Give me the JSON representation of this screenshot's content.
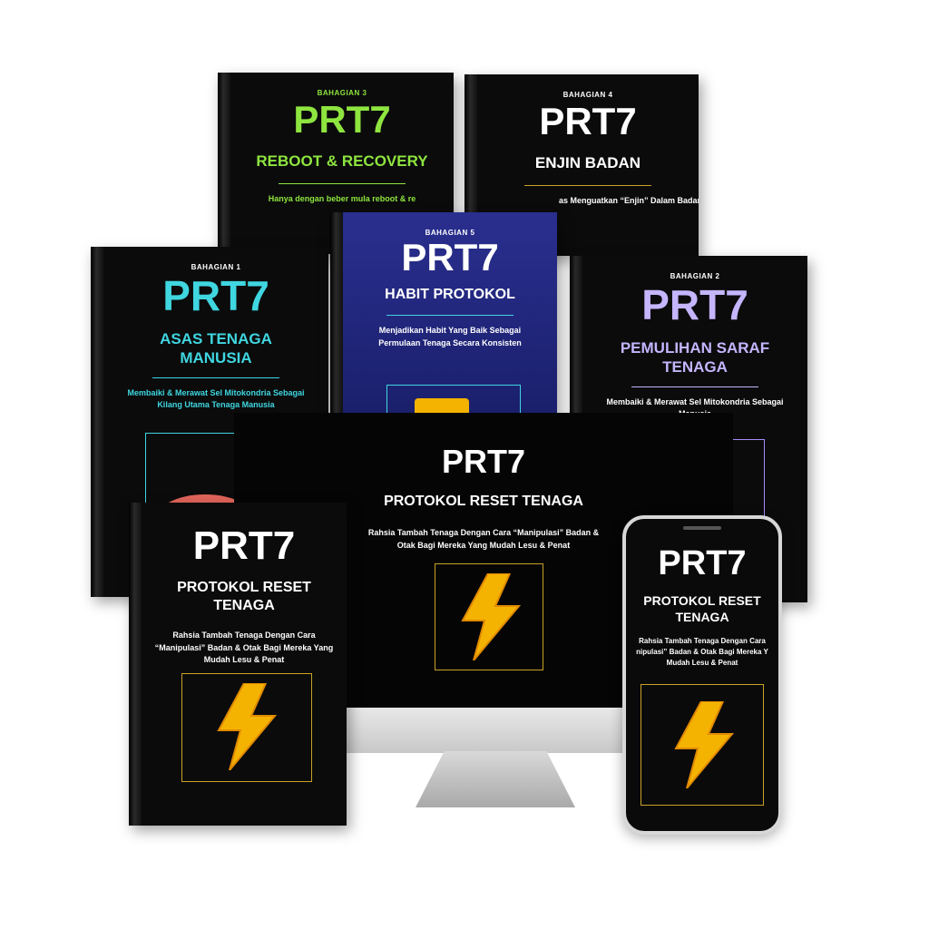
{
  "books": {
    "b3": {
      "part": "BAHAGIAN 3",
      "brand": "PRT7",
      "title": "REBOOT & RECOVERY",
      "desc": "Hanya dengan beber mula reboot & re"
    },
    "b4": {
      "part": "BAHAGIAN 4",
      "brand": "PRT7",
      "title": "ENJIN BADAN",
      "desc": "as Menguatkan “Enjin” Dalam Badan"
    },
    "b5": {
      "part": "BAHAGIAN 5",
      "brand": "PRT7",
      "title": "HABIT PROTOKOL",
      "desc": "Menjadikan Habit Yang Baik Sebagai Permulaan Tenaga Secara Konsisten"
    },
    "b1": {
      "part": "BAHAGIAN 1",
      "brand": "PRT7",
      "title": "ASAS TENAGA MANUSIA",
      "desc": "Membaiki & Merawat Sel Mitokondria Sebagai Kilang Utama Tenaga Manusia"
    },
    "b2": {
      "part": "BAHAGIAN 2",
      "brand": "PRT7",
      "title": "PEMULIHAN SARAF TENAGA",
      "desc": "Membaiki & Merawat Sel Mitokondria Sebagai Manusia"
    }
  },
  "monitor": {
    "brand": "PRT7",
    "title": "PROTOKOL RESET TENAGA",
    "desc": "Rahsia Tambah Tenaga Dengan Cara “Manipulasi” Badan & Otak Bagi Mereka Yang Mudah Lesu & Penat"
  },
  "main_book": {
    "brand": "PRT7",
    "title": "PROTOKOL RESET TENAGA",
    "desc": "Rahsia Tambah Tenaga Dengan Cara “Manipulasi” Badan & Otak Bagi Mereka Yang Mudah Lesu & Penat"
  },
  "phone": {
    "brand": "PRT7",
    "title": "PROTOKOL RESET TENAGA",
    "desc": "Rahsia Tambah Tenaga Dengan Cara nipulasi” Badan & Otak Bagi Mereka Y Mudah Lesu & Penat"
  },
  "colors": {
    "green": "#8ee53f",
    "cyan": "#3fd6e0",
    "lavender": "#c4b5fd",
    "gold": "#c9a227",
    "blue_bg": "#1c2270",
    "bolt": "#f5b301"
  },
  "icons": {
    "bolt": "lightning-bolt-icon"
  }
}
